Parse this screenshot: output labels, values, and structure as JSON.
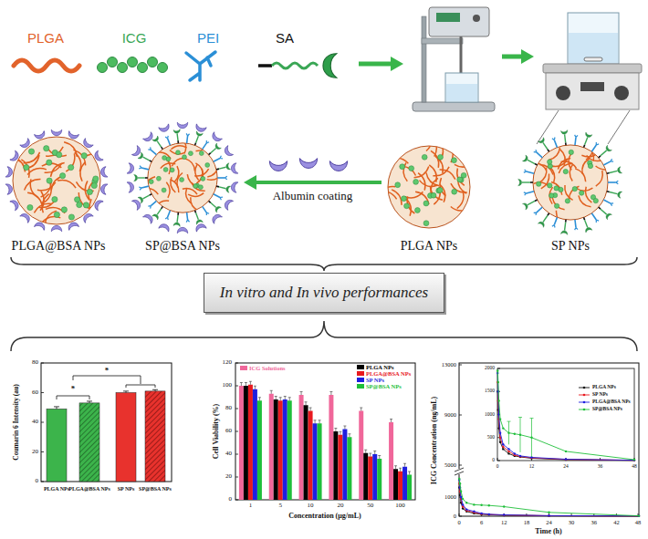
{
  "diagram": {
    "nodes": [
      {
        "text": [
          "PLGA@BSA NPs"
        ]
      },
      {
        "text": [
          "SP@BSA NPs"
        ]
      },
      {
        "text": [
          "PLGA NPs"
        ]
      },
      {
        "text": [
          "SP NPs"
        ]
      },
      {
        "text": [
          "In vitro and In vivo performances"
        ]
      }
    ],
    "edges": [
      {
        "from": 2,
        "to": 1,
        "label": "Albumin coating",
        "arrow": "to"
      }
    ],
    "labels": [
      "PLGA",
      "ICG",
      "PEI",
      "SA",
      "80",
      "60",
      "40",
      "20",
      "0",
      "Coumarin 6 Intensity (au)",
      "PLGA NPs",
      "PLGA@BSA NPs",
      "SP NPs",
      "SP@BSA NPs",
      "*",
      "*",
      "120",
      "100",
      "80",
      "60",
      "40",
      "20",
      "0",
      "Cell Viability (%)",
      "1",
      "5",
      "10",
      "20",
      "50",
      "100",
      "Concentration (μg/mL)",
      "13000",
      "9000",
      "5000",
      "1000",
      "0",
      "ICG Concentration (ng/mL)",
      "0",
      "6",
      "12",
      "18",
      "24",
      "30",
      "36",
      "42",
      "48",
      "Time (h)",
      "2000",
      "1500",
      "1000",
      "500",
      "0",
      "0",
      "12",
      "24",
      "36",
      "48"
    ],
    "legend": [
      {
        "text": "ICG Solutions",
        "color": "#f0679a"
      },
      {
        "text": "PLGA NPs",
        "color": "#000000"
      },
      {
        "text": "PLGA@BSA NPs",
        "color": "#e8191f"
      },
      {
        "text": "SP NPs",
        "color": "#1f1fe0"
      },
      {
        "text": "SP@BSA NPs",
        "color": "#1fbf3a"
      },
      {
        "text": "PLGA NPs"
      },
      {
        "text": "SP NPs"
      },
      {
        "text": "PLGA@BSA NPs"
      },
      {
        "text": "SP@BSA NPs"
      }
    ]
  }
}
